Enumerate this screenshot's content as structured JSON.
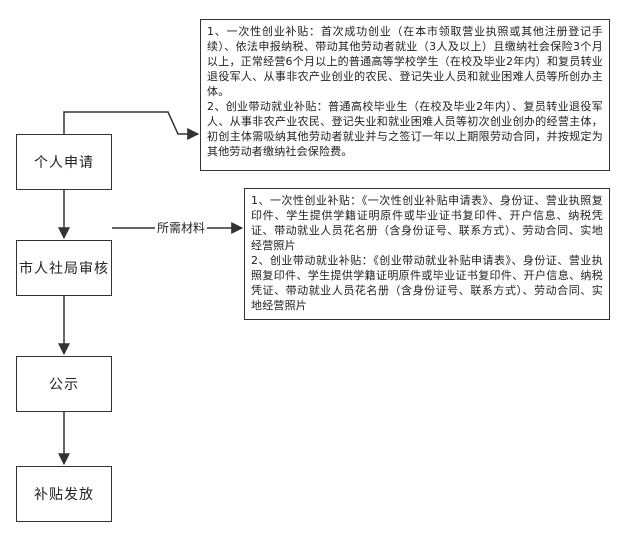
{
  "steps": [
    {
      "id": "apply",
      "label": "个人申请"
    },
    {
      "id": "review",
      "label": "市人社局审核"
    },
    {
      "id": "publicity",
      "label": "公示"
    },
    {
      "id": "payout",
      "label": "补贴发放"
    }
  ],
  "conditions": {
    "item1": "1、一次性创业补贴：首次成功创业（在本市领取营业执照或其他注册登记手续）、依法申报纳税、带动其他劳动者就业（3人及以上）且缴纳社会保险3个月以上，正常经营6个月以上的普通高等学校学生（在校及毕业2年内）和复员转业退役军人、从事非农产业创业的农民、登记失业人员和就业困难人员等所创办主体。",
    "item2": "2、创业带动就业补贴：普通高校毕业生（在校及毕业2年内）、复员转业退役军人、从事非农产业农民、登记失业和就业困难人员等初次创业创办的经营主体，初创主体需吸纳其他劳动者就业并与之签订一年以上期限劳动合同，并按规定为其他劳动者缴纳社会保险费。"
  },
  "materials": {
    "edge_label": "所需材料",
    "item1": "1、一次性创业补贴：《一次性创业补贴申请表》、身份证、营业执照复印件、学生提供学籍证明原件或毕业证书复印件、开户信息、纳税凭证、带动就业人员花名册（含身份证号、联系方式）、劳动合同、实地经营照片",
    "item2": "2、创业带动就业补贴：《创业带动就业补贴申请表》、身份证、营业执照复印件、学生提供学籍证明原件或毕业证书复印件、开户信息、纳税凭证、带动就业人员花名册（含身份证号、联系方式）、劳动合同、实地经营照片"
  }
}
